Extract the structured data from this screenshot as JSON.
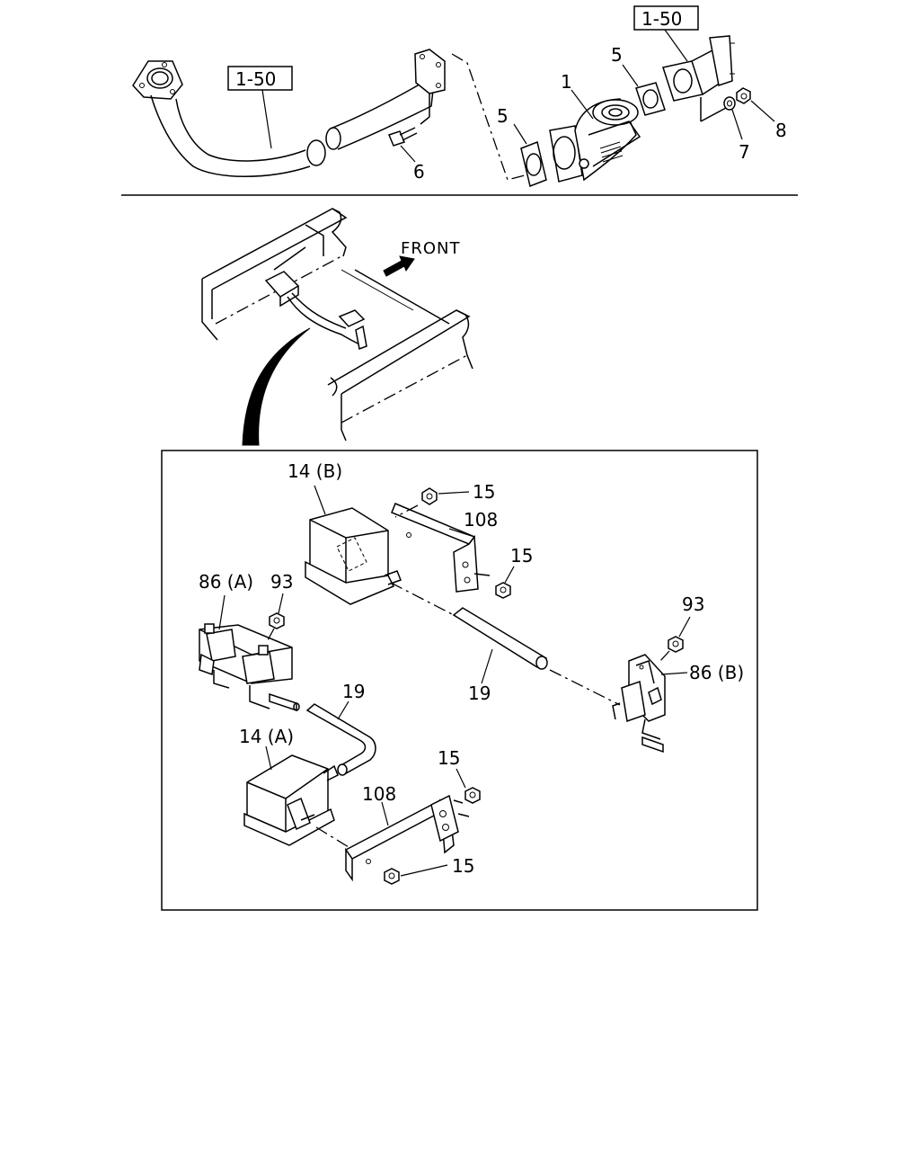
{
  "labels": {
    "ref_tl": "1-50",
    "ref_tr": "1-50",
    "c1": "1",
    "c5a": "5",
    "c5b": "5",
    "c6": "6",
    "c7": "7",
    "c8": "8",
    "front": "FRONT",
    "c14b": "14 (B)",
    "c15a": "15",
    "c108a": "108",
    "c15b": "15",
    "c86a": "86 (A)",
    "c93a": "93",
    "c93b": "93",
    "c86b": "86 (B)",
    "c19a": "19",
    "c19b": "19",
    "c14a": "14 (A)",
    "c15c": "15",
    "c108b": "108",
    "c15d": "15"
  }
}
